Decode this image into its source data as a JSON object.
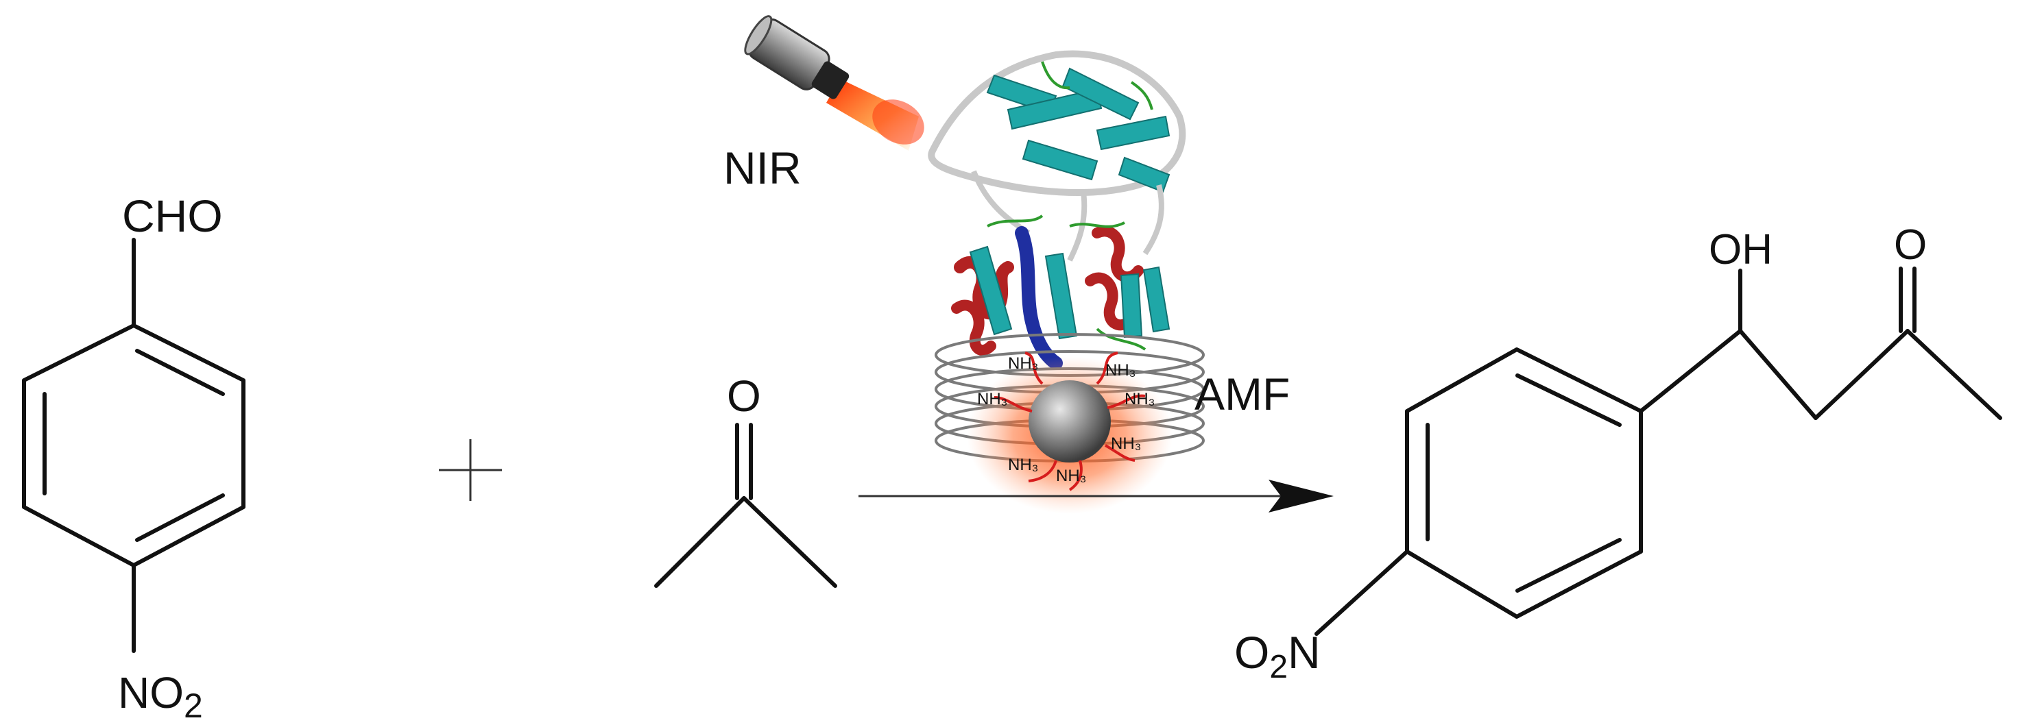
{
  "reactant_aldehyde": {
    "top_group": "CHO",
    "bottom_group_main": "NO",
    "bottom_group_sub": "2"
  },
  "plus_sign": "+",
  "reactant_ketone": {
    "oxygen": "O"
  },
  "catalyst": {
    "light_label": "NIR",
    "field_label": "AMF",
    "amine_labels": [
      "NH₃",
      "NH₃",
      "NH₃",
      "NH₃",
      "NH₃",
      "NH₃",
      "NH₃"
    ]
  },
  "product": {
    "hydroxyl": "OH",
    "carbonyl_oxygen": "O",
    "nitro_main": "O",
    "nitro_sub": "2",
    "nitro_tail": "N"
  },
  "colors": {
    "helix": "#b22222",
    "sheet": "#1fa7a7",
    "coil": "#c8c8c8",
    "blue_helix": "#1f2fa0",
    "loop_green": "#2e9b2e",
    "glow": "#ff3b1f"
  }
}
